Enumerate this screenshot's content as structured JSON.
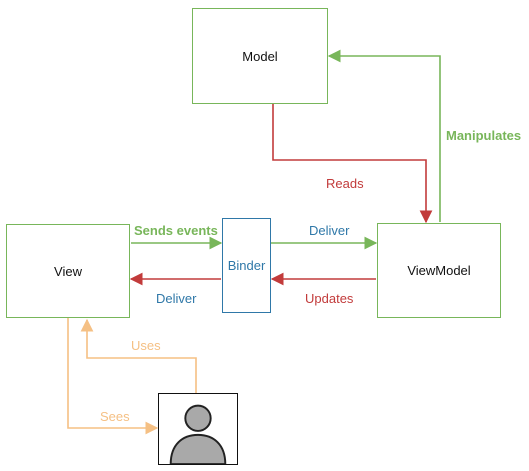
{
  "nodes": {
    "model": "Model",
    "view": "View",
    "binder": "Binder",
    "viewmodel": "ViewModel"
  },
  "edges": {
    "reads": "Reads",
    "manipulates": "Manipulates",
    "sends_events": "Sends events",
    "deliver_top": "Deliver",
    "deliver_bottom": "Deliver",
    "updates": "Updates",
    "uses": "Uses",
    "sees": "Sees"
  },
  "icons": {
    "user": "user-avatar-icon"
  },
  "colors": {
    "green": "#78b65a",
    "blue": "#2f78a8",
    "red": "#c23b3b",
    "orange": "#f5c084",
    "user_fill": "#a9a9a9"
  }
}
